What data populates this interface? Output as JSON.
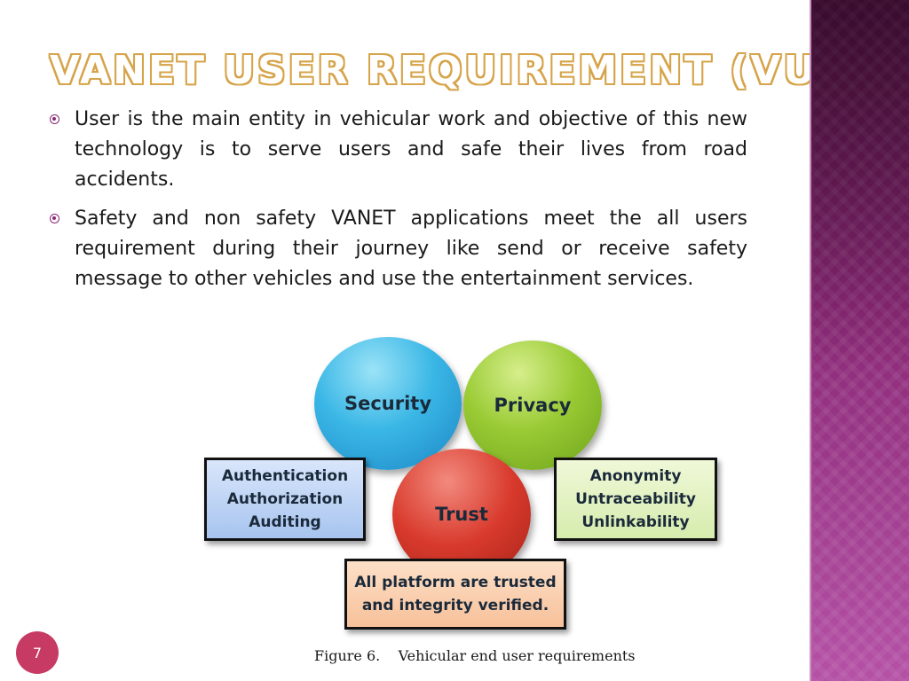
{
  "slide": {
    "title": "VANET USER REQUIREMENT (VUR)",
    "bullets": [
      "User is the main entity in vehicular work and objective of this new technology is to serve users and safe their lives from road accidents.",
      "Safety and non safety VANET applications meet the all users requirement during their journey like send or receive safety message to other vehicles and use the entertainment services."
    ],
    "page_number": "7"
  },
  "figure": {
    "circles": {
      "security": "Security",
      "privacy": "Privacy",
      "trust": "Trust"
    },
    "boxes": {
      "left": [
        "Authentication",
        "Authorization",
        "Auditing"
      ],
      "right": [
        "Anonymity",
        "Untraceability",
        "Unlinkability"
      ],
      "bottom": [
        "All platform are trusted",
        "and integrity verified."
      ]
    },
    "caption": "Figure 6.    Vehicular end user requirements"
  },
  "colors": {
    "side_panel": "#8a2876",
    "title_outline": "#d6a44a",
    "page_number_badge": "#c73a63",
    "security": "#3ab7e6",
    "privacy": "#9acb35",
    "trust": "#d83a2c"
  }
}
